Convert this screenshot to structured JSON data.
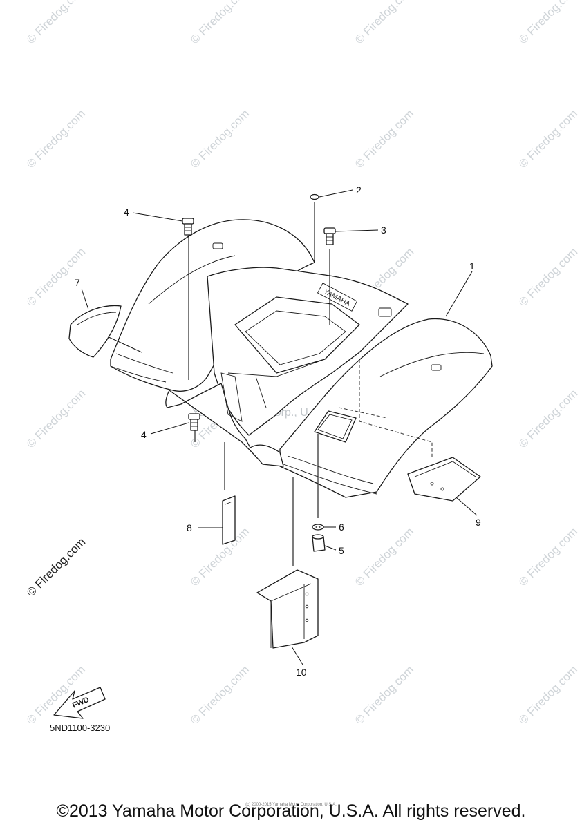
{
  "watermark": {
    "text": "© Firedog.com",
    "color": "#cfd4d8"
  },
  "diagram": {
    "inline_watermark": "Yamaha Motor Corp., U.S.A.",
    "fender_emboss": "YAMAHA",
    "fwd_label": "FWD",
    "callouts": [
      {
        "id": "1",
        "label": "1"
      },
      {
        "id": "2",
        "label": "2"
      },
      {
        "id": "3",
        "label": "3"
      },
      {
        "id": "4a",
        "label": "4"
      },
      {
        "id": "4b",
        "label": "4"
      },
      {
        "id": "5",
        "label": "5"
      },
      {
        "id": "6",
        "label": "6"
      },
      {
        "id": "7",
        "label": "7"
      },
      {
        "id": "8",
        "label": "8"
      },
      {
        "id": "9",
        "label": "9"
      },
      {
        "id": "10",
        "label": "10"
      }
    ]
  },
  "footer": {
    "ref_code": "5ND1100-3230",
    "tiny_copyright": "(c) 2000-2015 Yamaha Motor Corporation, U.S.A.",
    "copyright": "©2013 Yamaha Motor Corporation, U.S.A. All rights reserved."
  }
}
